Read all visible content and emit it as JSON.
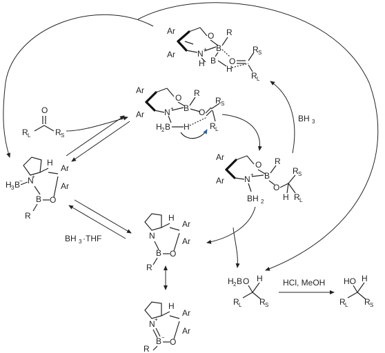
{
  "atoms": {
    "ar": "Ar",
    "n": "N",
    "o": "O",
    "b": "B",
    "h": "H",
    "r": "R",
    "rl": "R",
    "rl_sub": "L",
    "rs_sub": "S",
    "plus": "+",
    "minus": "−",
    "bh2": "BH",
    "h2b": "H",
    "h3b": "H",
    "h2bo": "H",
    "ho": "HO",
    "two": "2",
    "three": "3"
  },
  "reagents": {
    "bh3": "BH",
    "bh3_sub": "3",
    "bh3thf": "BH",
    "bh3thf_sub": "3",
    "bh3thf_tail": "THF",
    "hcl_meoh": "HCl, MeOH"
  },
  "colors": {
    "ink": "#222222",
    "curved_arrow": "#2a5db0"
  }
}
